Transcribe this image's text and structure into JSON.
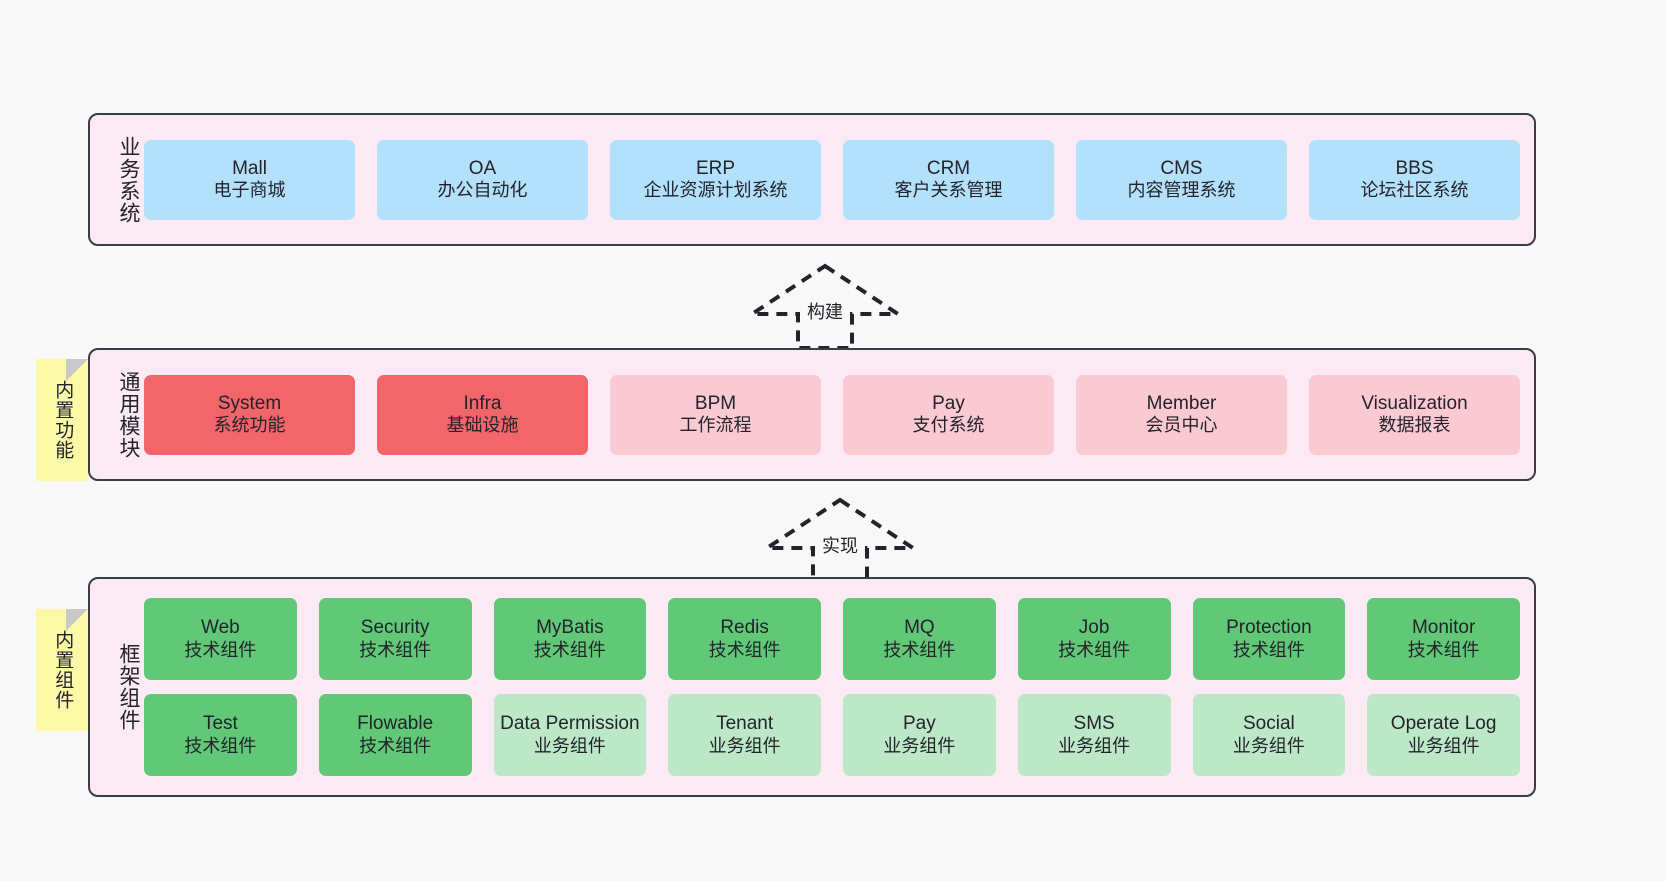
{
  "diagram": {
    "background_color": "#f8f8f8",
    "layer_fill": "#fbeaf3",
    "layer_border": "#3c3c44",
    "sticky_color": "#fbf8a8"
  },
  "layers": [
    {
      "id": "business-systems",
      "title": "业务系统",
      "accent": "#b3e0fb",
      "rows": [
        {
          "cards": [
            {
              "name": "Mall",
              "sub": "电子商城",
              "style": "c-blue"
            },
            {
              "name": "OA",
              "sub": "办公自动化",
              "style": "c-blue"
            },
            {
              "name": "ERP",
              "sub": "企业资源计划系统",
              "style": "c-blue"
            },
            {
              "name": "CRM",
              "sub": "客户关系管理",
              "style": "c-blue"
            },
            {
              "name": "CMS",
              "sub": "内容管理系统",
              "style": "c-blue"
            },
            {
              "name": "BBS",
              "sub": "论坛社区系统",
              "style": "c-blue"
            }
          ]
        }
      ]
    },
    {
      "id": "common-modules",
      "title": "通用模块",
      "sticky": "内置功能",
      "accent": "#f2656a",
      "rows": [
        {
          "cards": [
            {
              "name": "System",
              "sub": "系统功能",
              "style": "c-red"
            },
            {
              "name": "Infra",
              "sub": "基础设施",
              "style": "c-red"
            },
            {
              "name": "BPM",
              "sub": "工作流程",
              "style": "c-pink"
            },
            {
              "name": "Pay",
              "sub": "支付系统",
              "style": "c-pink"
            },
            {
              "name": "Member",
              "sub": "会员中心",
              "style": "c-pink"
            },
            {
              "name": "Visualization",
              "sub": "数据报表",
              "style": "c-pink"
            }
          ]
        }
      ]
    },
    {
      "id": "framework-components",
      "title": "框架组件",
      "sticky": "内置组件",
      "accent": "#61c877",
      "rows": [
        {
          "cards": [
            {
              "name": "Web",
              "sub": "技术组件",
              "style": "c-green"
            },
            {
              "name": "Security",
              "sub": "技术组件",
              "style": "c-green"
            },
            {
              "name": "MyBatis",
              "sub": "技术组件",
              "style": "c-green"
            },
            {
              "name": "Redis",
              "sub": "技术组件",
              "style": "c-green"
            },
            {
              "name": "MQ",
              "sub": "技术组件",
              "style": "c-green"
            },
            {
              "name": "Job",
              "sub": "技术组件",
              "style": "c-green"
            },
            {
              "name": "Protection",
              "sub": "技术组件",
              "style": "c-green"
            },
            {
              "name": "Monitor",
              "sub": "技术组件",
              "style": "c-green"
            }
          ]
        },
        {
          "cards": [
            {
              "name": "Test",
              "sub": "技术组件",
              "style": "c-green"
            },
            {
              "name": "Flowable",
              "sub": "技术组件",
              "style": "c-green"
            },
            {
              "name": "Data Permission",
              "sub": "业务组件",
              "style": "c-lightgreen"
            },
            {
              "name": "Tenant",
              "sub": "业务组件",
              "style": "c-lightgreen"
            },
            {
              "name": "Pay",
              "sub": "业务组件",
              "style": "c-lightgreen"
            },
            {
              "name": "SMS",
              "sub": "业务组件",
              "style": "c-lightgreen"
            },
            {
              "name": "Social",
              "sub": "业务组件",
              "style": "c-lightgreen"
            },
            {
              "name": "Operate Log",
              "sub": "业务组件",
              "style": "c-lightgreen"
            }
          ]
        }
      ]
    }
  ],
  "connectors": [
    {
      "id": "build",
      "label": "构建",
      "from": "common-modules",
      "to": "business-systems",
      "style": "dashed-generalization"
    },
    {
      "id": "implement",
      "label": "实现",
      "from": "framework-components",
      "to": "common-modules",
      "style": "dashed-generalization"
    }
  ]
}
